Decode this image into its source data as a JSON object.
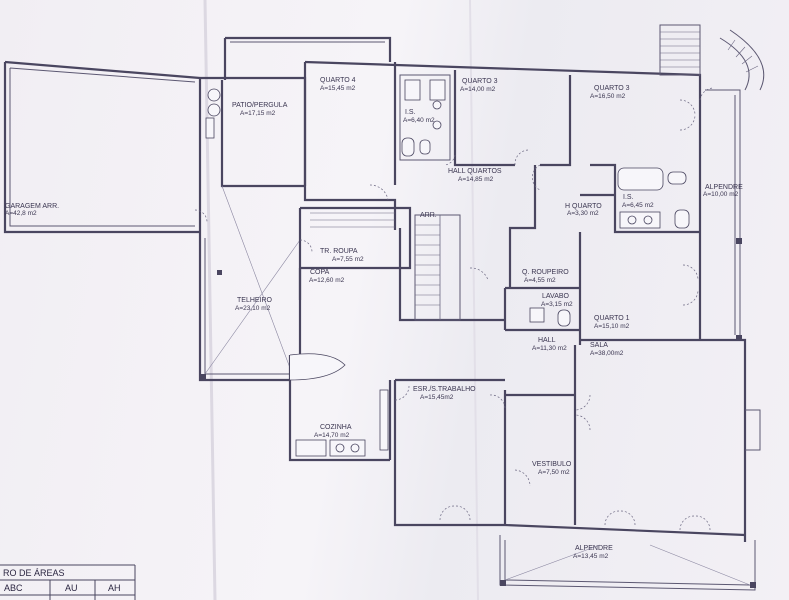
{
  "rooms": {
    "garagem": {
      "name": "GARAGEM ARR.",
      "area": "A=42,8 m2"
    },
    "patio": {
      "name": "PATIO/PERGULA",
      "area": "A=17,15 m2"
    },
    "quarto4": {
      "name": "QUARTO 4",
      "area": "A=15,45 m2"
    },
    "is1": {
      "name": "I.S.",
      "area": "A=6,40 m2"
    },
    "quarto3a": {
      "name": "QUARTO 3",
      "area": "A=14,00 m2"
    },
    "quarto3b": {
      "name": "QUARTO 3",
      "area": "A=16,50 m2"
    },
    "hall_quartos": {
      "name": "HALL QUARTOS",
      "area": "A=14,85 m2"
    },
    "h_quarto": {
      "name": "H QUARTO",
      "area": "A=3,30 m2"
    },
    "is2": {
      "name": "I.S.",
      "area": "A=6,45 m2"
    },
    "alpendre1": {
      "name": "ALPENDRE",
      "area": "A=10,00 m2"
    },
    "arr": {
      "name": "ARR.",
      "area": ""
    },
    "tr_roupa": {
      "name": "TR. ROUPA",
      "area": "A=7,55 m2"
    },
    "copa": {
      "name": "COPA",
      "area": "A=12,60 m2"
    },
    "telheiro": {
      "name": "TELHEIRO",
      "area": "A=23,10 m2"
    },
    "q_roupeiro": {
      "name": "Q. ROUPEIRO",
      "area": "A=4,55 m2"
    },
    "lavabo": {
      "name": "LAVABO",
      "area": "A=3,15 m2"
    },
    "quarto1": {
      "name": "QUARTO 1",
      "area": "A=15,10 m2"
    },
    "hall": {
      "name": "HALL",
      "area": "A=11,30 m2"
    },
    "sala": {
      "name": "SALA",
      "area": "A=38,00m2"
    },
    "esr": {
      "name": "ESR./S.TRABALHO",
      "area": "A=15,45m2"
    },
    "cozinha": {
      "name": "COZINHA",
      "area": "A=14,70 m2"
    },
    "vestibulo": {
      "name": "VESTIBULO",
      "area": "A=7,50 m2"
    },
    "alpendre2": {
      "name": "ALPENDRE",
      "area": "A=13,45 m2"
    }
  },
  "area_table": {
    "title": "RO DE ÁREAS",
    "columns": [
      "ABC",
      "AU",
      "AH"
    ]
  },
  "colors": {
    "wall": "#4a4660",
    "paper": "#f1eef3",
    "text": "#3a3550"
  }
}
